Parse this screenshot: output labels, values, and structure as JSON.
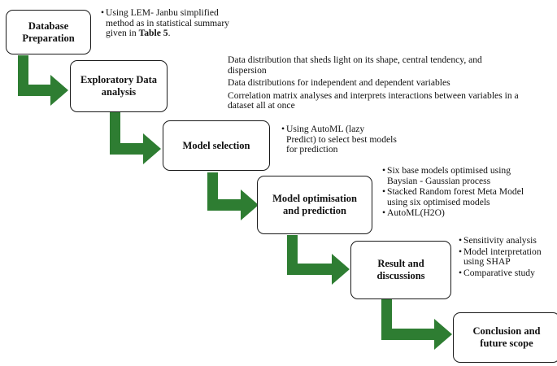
{
  "arrow_color": "#2e7d32",
  "border_color": "#1a1a1a",
  "steps": [
    {
      "label": "Database\nPreparation",
      "notes": [
        {
          "bullet": "•",
          "text": "Using LEM- Janbu simplified\nmethod as in  statistical summary\ngiven in ",
          "bold": "Table 5",
          "tail": "."
        }
      ]
    },
    {
      "label": "Exploratory Data\nanalysis",
      "notes": [
        {
          "bullet": "",
          "text": "Data distribution that sheds light on its shape, central tendency, and\n    dispersion"
        },
        {
          "bullet": "",
          "text": "Data distributions for independent and dependent variables"
        },
        {
          "bullet": "",
          "text": "Correlation matrix analyses and interprets interactions between variables in a\ndataset all at once"
        }
      ]
    },
    {
      "label": "Model selection",
      "notes": [
        {
          "bullet": "•",
          "text": "Using AutoML (lazy\n  Predict) to select best models\n  for prediction"
        }
      ]
    },
    {
      "label": "Model optimisation\nand prediction",
      "notes": [
        {
          "bullet": "•",
          "text": "Six base models optimised using\nBaysian - Gaussian process"
        },
        {
          "bullet": "•",
          "text": "Stacked Random forest  Meta Model\nusing six optimised models"
        },
        {
          "bullet": "•",
          "text": "AutoML(H2O)"
        }
      ]
    },
    {
      "label": "Result and\ndiscussions",
      "notes": [
        {
          "bullet": "•",
          "text": "Sensitivity analysis"
        },
        {
          "bullet": "•",
          "text": "Model interpretation\nusing SHAP"
        },
        {
          "bullet": "•",
          "text": "Comparative study"
        }
      ]
    },
    {
      "label": "Conclusion and\nfuture scope",
      "notes": []
    }
  ]
}
